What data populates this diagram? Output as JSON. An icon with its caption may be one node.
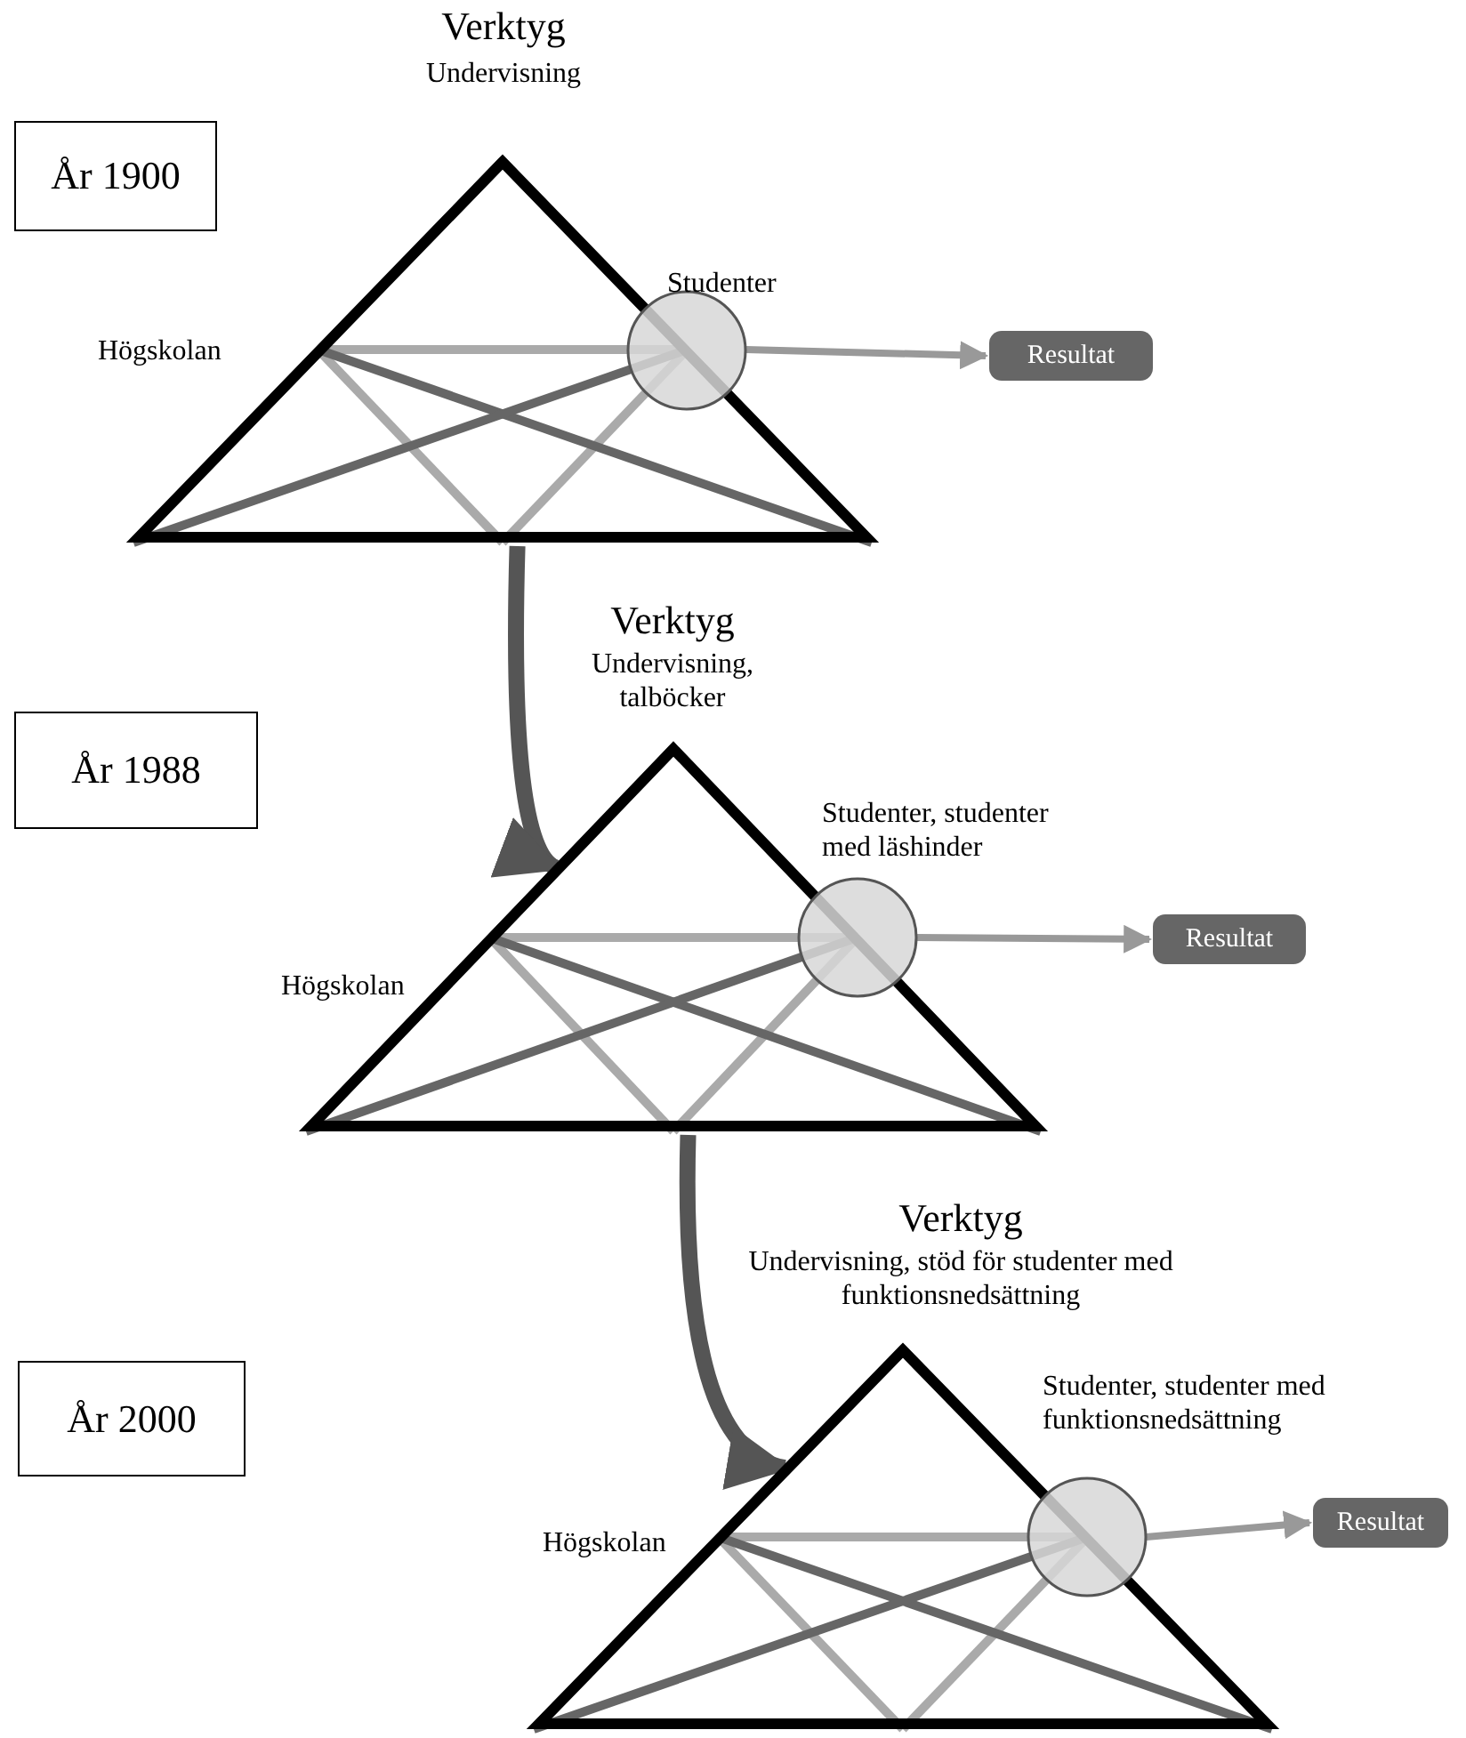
{
  "diagram": {
    "nodes": [
      {
        "text": [
          "År 1900"
        ]
      },
      {
        "text": [],
        "shape": "triangle"
      },
      {
        "text": [],
        "shape": "circle"
      },
      {
        "text": [
          "Resultat"
        ]
      },
      {
        "text": [
          "År 1988"
        ]
      },
      {
        "text": [],
        "shape": "triangle"
      },
      {
        "text": [],
        "shape": "circle"
      },
      {
        "text": [
          "Resultat"
        ]
      },
      {
        "text": [
          "År 2000"
        ]
      },
      {
        "text": [],
        "shape": "triangle"
      },
      {
        "text": [],
        "shape": "circle"
      },
      {
        "text": [
          "Resultat"
        ]
      }
    ],
    "edges": [
      {
        "from": 2,
        "to": 3,
        "arrow": "to"
      },
      {
        "from": 1,
        "to": 5,
        "arrow": "to",
        "style": "thick",
        "color": "#555555"
      },
      {
        "from": 6,
        "to": 7,
        "arrow": "to"
      },
      {
        "from": 5,
        "to": 9,
        "arrow": "to",
        "style": "thick",
        "color": "#555555"
      },
      {
        "from": 10,
        "to": 11,
        "arrow": "to"
      }
    ],
    "labels": [
      "Verktyg",
      "Undervisning",
      "Studenter",
      "Högskolan",
      "Verktyg",
      "Undervisning, talböcker",
      "Studenter, studenter med läshinder",
      "Högskolan",
      "Verktyg",
      "Undervisning, stöd för studenter med funktionsnedsättning",
      "Studenter, studenter med funktionsnedsättning",
      "Högskolan"
    ]
  }
}
